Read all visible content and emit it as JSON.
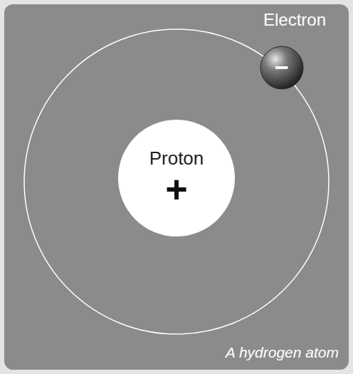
{
  "diagram": {
    "caption": "A hydrogen atom",
    "nodes": [
      {
        "text": [
          "Proton",
          "+"
        ]
      },
      {
        "text": [
          "Electron",
          "−"
        ]
      }
    ]
  }
}
